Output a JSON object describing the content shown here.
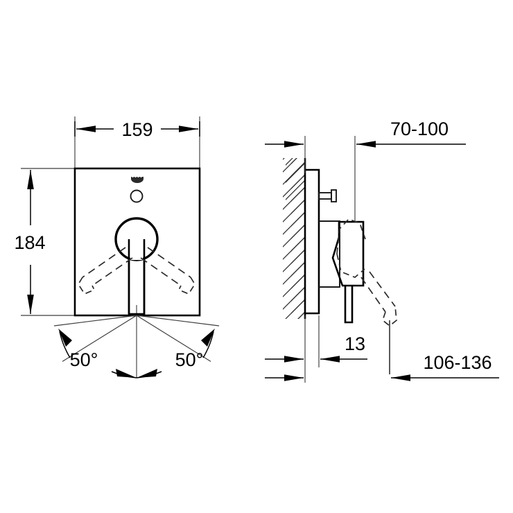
{
  "drawing": {
    "title": "Concealed Shower Mixer Installation Drawing",
    "units": "mm",
    "background_color": "#ffffff",
    "line_color": "#000000"
  },
  "front_view": {
    "name": "front-elevation",
    "faceplate": {
      "width_label": "159",
      "height_label": "184"
    },
    "lever_angle_left": "50°",
    "lever_angle_right": "50°",
    "logo_mark": "grohe-logo-mark",
    "indicator_hole": "indicator-circle"
  },
  "side_view": {
    "name": "side-section",
    "wall": "hatched-wall-section",
    "dimensions": {
      "plate_depth": "13",
      "rough_in_depth": "70-100",
      "assembly_projection": "106-136"
    }
  },
  "dimension_labels": [
    {
      "id": "dim-159",
      "value": "159",
      "view": "front",
      "orientation": "horizontal"
    },
    {
      "id": "dim-184",
      "value": "184",
      "view": "front",
      "orientation": "vertical"
    },
    {
      "id": "dim-angle-left",
      "value": "50°",
      "view": "front",
      "orientation": "angular"
    },
    {
      "id": "dim-angle-right",
      "value": "50°",
      "view": "front",
      "orientation": "angular"
    },
    {
      "id": "dim-13",
      "value": "13",
      "view": "side",
      "orientation": "horizontal"
    },
    {
      "id": "dim-70-100",
      "value": "70-100",
      "view": "side",
      "orientation": "horizontal"
    },
    {
      "id": "dim-106-136",
      "value": "106-136",
      "view": "side",
      "orientation": "horizontal"
    }
  ]
}
